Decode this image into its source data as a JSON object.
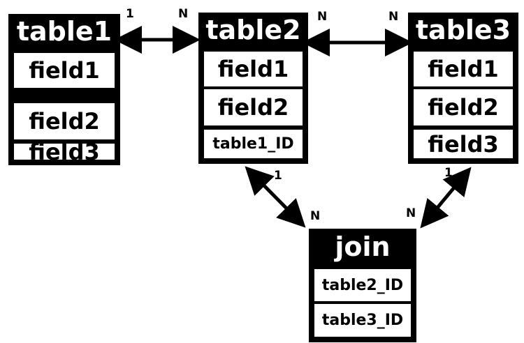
{
  "tables": {
    "table1": {
      "title": "table1",
      "fields": [
        "field1",
        "field2",
        "field3"
      ]
    },
    "table2": {
      "title": "table2",
      "fields": [
        "field1",
        "field2",
        "table1_ID"
      ]
    },
    "table3": {
      "title": "table3",
      "fields": [
        "field1",
        "field2",
        "field3"
      ]
    },
    "join": {
      "title": "join",
      "fields": [
        "table2_ID",
        "table3_ID"
      ]
    }
  },
  "relations": {
    "t1_t2": {
      "from_label": "1",
      "to_label": "N"
    },
    "t2_t3": {
      "from_label": "N",
      "to_label": "N"
    },
    "t2_join": {
      "from_label": "1",
      "to_label": "N"
    },
    "t3_join": {
      "from_label": "1",
      "to_label": "N"
    }
  },
  "colors": {
    "box": "#000000",
    "field_bg": "#ffffff",
    "arrow": "#000000"
  }
}
